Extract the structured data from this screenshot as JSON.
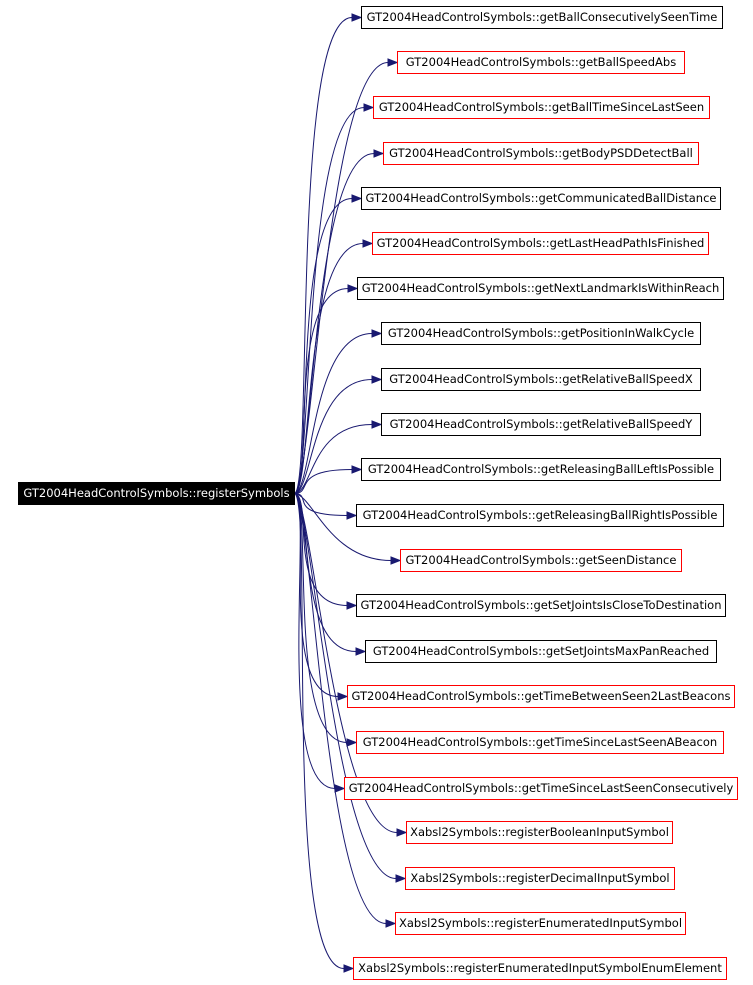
{
  "graph": {
    "edge_color": "#191970",
    "colors": {
      "documented": "#000000",
      "undocumented": "#ff0000",
      "root_fill": "#000000",
      "root_text": "#ffffff"
    },
    "root": {
      "label": "GT2004HeadControlSymbols::registerSymbols"
    },
    "nodes": [
      {
        "label": "GT2004HeadControlSymbols::getBallConsecutivelySeenTime",
        "status": "documented"
      },
      {
        "label": "GT2004HeadControlSymbols::getBallSpeedAbs",
        "status": "undocumented"
      },
      {
        "label": "GT2004HeadControlSymbols::getBallTimeSinceLastSeen",
        "status": "undocumented"
      },
      {
        "label": "GT2004HeadControlSymbols::getBodyPSDDetectBall",
        "status": "undocumented"
      },
      {
        "label": "GT2004HeadControlSymbols::getCommunicatedBallDistance",
        "status": "documented"
      },
      {
        "label": "GT2004HeadControlSymbols::getLastHeadPathIsFinished",
        "status": "undocumented"
      },
      {
        "label": "GT2004HeadControlSymbols::getNextLandmarkIsWithinReach",
        "status": "documented"
      },
      {
        "label": "GT2004HeadControlSymbols::getPositionInWalkCycle",
        "status": "documented"
      },
      {
        "label": "GT2004HeadControlSymbols::getRelativeBallSpeedX",
        "status": "documented"
      },
      {
        "label": "GT2004HeadControlSymbols::getRelativeBallSpeedY",
        "status": "documented"
      },
      {
        "label": "GT2004HeadControlSymbols::getReleasingBallLeftIsPossible",
        "status": "documented"
      },
      {
        "label": "GT2004HeadControlSymbols::getReleasingBallRightIsPossible",
        "status": "documented"
      },
      {
        "label": "GT2004HeadControlSymbols::getSeenDistance",
        "status": "undocumented"
      },
      {
        "label": "GT2004HeadControlSymbols::getSetJointsIsCloseToDestination",
        "status": "documented"
      },
      {
        "label": "GT2004HeadControlSymbols::getSetJointsMaxPanReached",
        "status": "documented"
      },
      {
        "label": "GT2004HeadControlSymbols::getTimeBetweenSeen2LastBeacons",
        "status": "undocumented"
      },
      {
        "label": "GT2004HeadControlSymbols::getTimeSinceLastSeenABeacon",
        "status": "undocumented"
      },
      {
        "label": "GT2004HeadControlSymbols::getTimeSinceLastSeenConsecutively",
        "status": "undocumented"
      },
      {
        "label": "Xabsl2Symbols::registerBooleanInputSymbol",
        "status": "undocumented"
      },
      {
        "label": "Xabsl2Symbols::registerDecimalInputSymbol",
        "status": "undocumented"
      },
      {
        "label": "Xabsl2Symbols::registerEnumeratedInputSymbol",
        "status": "undocumented"
      },
      {
        "label": "Xabsl2Symbols::registerEnumeratedInputSymbolEnumElement",
        "status": "undocumented"
      }
    ]
  }
}
